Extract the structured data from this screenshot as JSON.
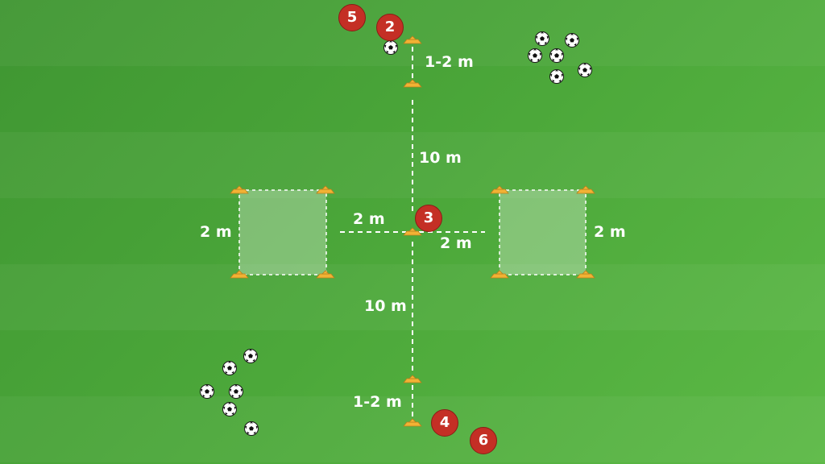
{
  "labels": {
    "top_gap": "1-2 m",
    "top_distance": "10 m",
    "left_square_side": "2 m",
    "left_gap": "2 m",
    "right_gap": "2 m",
    "right_square_side": "2 m",
    "bottom_distance": "10 m",
    "bottom_gap": "1-2 m"
  },
  "players": {
    "p5": "5",
    "p2": "2",
    "p3": "3",
    "p4": "4",
    "p6": "6"
  },
  "colors": {
    "grass": "#4ca83a",
    "cone": "#f2b234",
    "player": "#c42f25",
    "line": "#ffffff"
  },
  "icons": {
    "cone": "cone-icon",
    "ball": "soccer-ball-icon"
  }
}
